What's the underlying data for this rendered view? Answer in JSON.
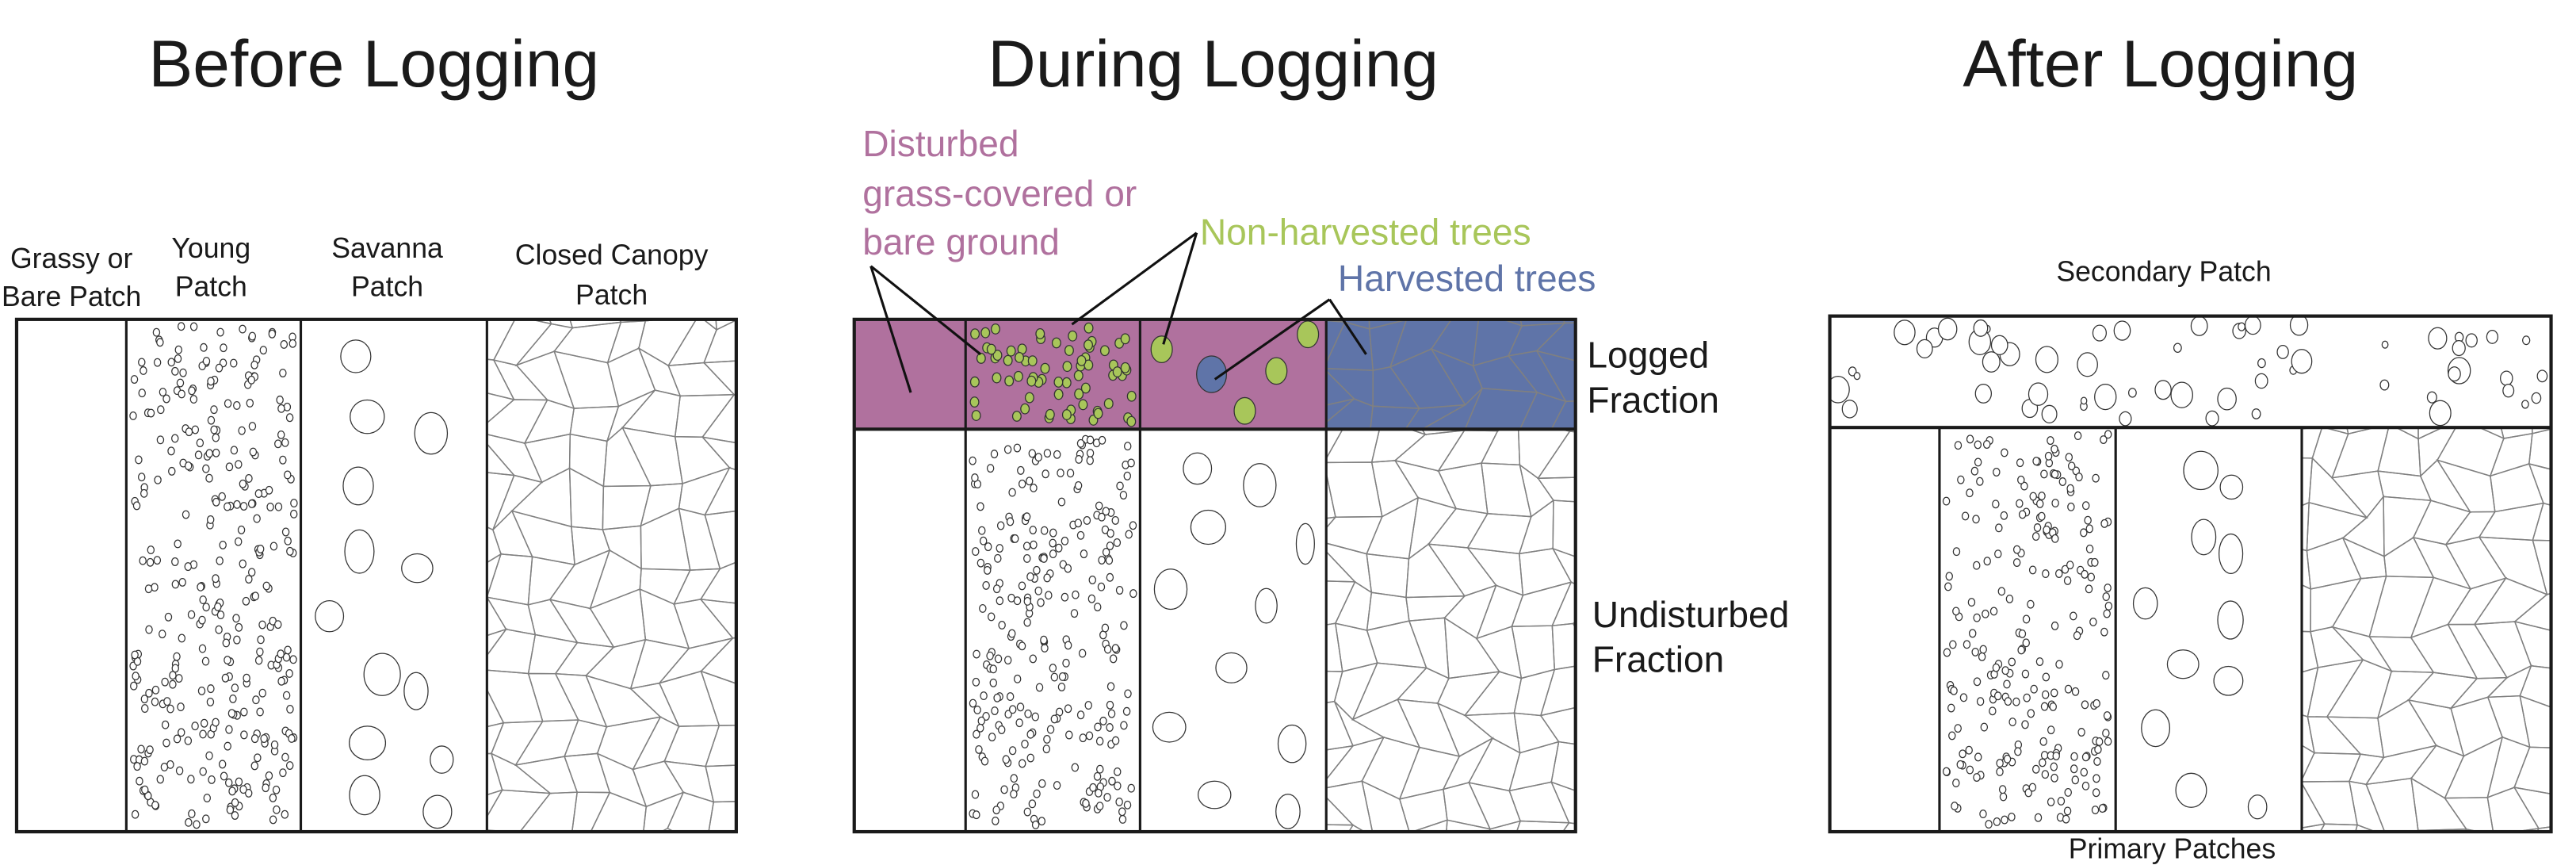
{
  "titles": {
    "before": "Before Logging",
    "during": "During Logging",
    "after": "After Logging"
  },
  "before_columns": {
    "grassy_line1": "Grassy or",
    "grassy_line2": "Bare Patch",
    "young_line1": "Young",
    "young_line2": "Patch",
    "savanna_line1": "Savanna",
    "savanna_line2": "Patch",
    "canopy_line1": "Closed Canopy",
    "canopy_line2": "Patch"
  },
  "during_labels": {
    "disturbed_line1": "Disturbed",
    "disturbed_line2": "grass-covered or",
    "disturbed_line3": "bare ground",
    "non_harvested": "Non-harvested trees",
    "harvested": "Harvested trees",
    "logged_line1": "Logged",
    "logged_line2": "Fraction",
    "undisturbed_line1": "Undisturbed",
    "undisturbed_line2": "Fraction"
  },
  "after_labels": {
    "secondary": "Secondary Patch",
    "primary": "Primary Patches"
  },
  "colors": {
    "disturbed": "#b0719e",
    "non_harvested": "#a8c65a",
    "harvested": "#5f74a8",
    "outline": "#1a1a1a",
    "mesh": "#808080"
  }
}
